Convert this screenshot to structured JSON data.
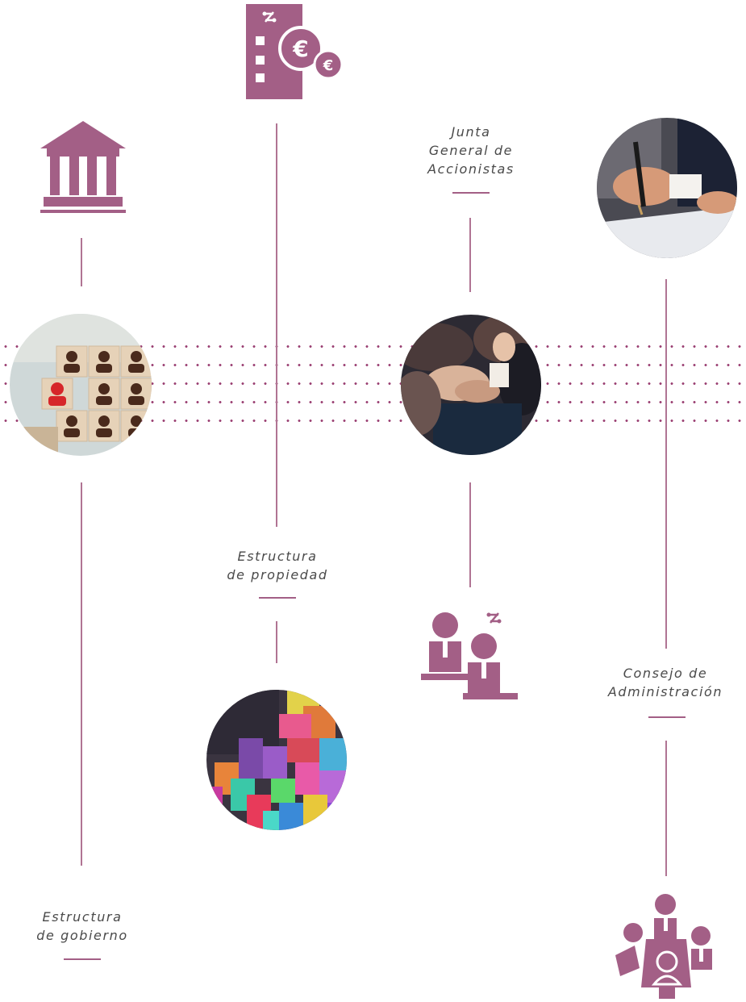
{
  "accent_color": "#a35f86",
  "line_color": "#b07493",
  "dot_color": "#9a3f72",
  "labels": {
    "junta": [
      "Junta",
      "General de",
      "Accionistas"
    ],
    "propiedad": [
      "Estructura",
      "de propiedad"
    ],
    "administracion": [
      "Consejo de",
      "Administración"
    ],
    "gobierno": [
      "Estructura",
      "de gobierno"
    ]
  },
  "icons": {
    "building_euro": "building-euro-icon",
    "institution": "institution-icon",
    "meeting_people": "meeting-people-icon",
    "board_table": "board-table-icon"
  },
  "photos": {
    "people_blocks": "people-blocks-photo",
    "audience_applause": "audience-applause-photo",
    "signing_document": "signing-document-photo",
    "puzzle_blocks": "puzzle-blocks-photo"
  }
}
